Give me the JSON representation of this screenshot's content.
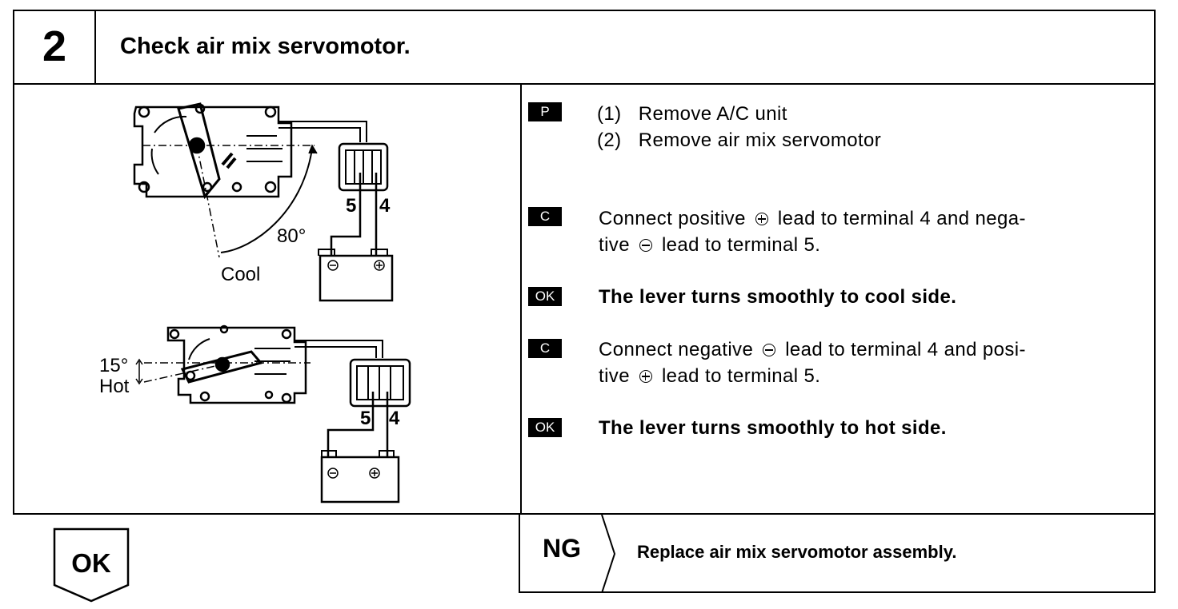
{
  "header": {
    "step_number": "2",
    "title": "Check air mix servomotor."
  },
  "diagram": {
    "top": {
      "angle_label": "80°",
      "direction_label": "Cool",
      "terminal_5": "5",
      "terminal_4": "4"
    },
    "bottom": {
      "angle_label": "15°",
      "direction_label": "Hot",
      "terminal_5": "5",
      "terminal_4": "4"
    }
  },
  "steps": {
    "prep": {
      "badge": "P",
      "line1_num": "(1)",
      "line1_text": "Remove A/C unit",
      "line2_num": "(2)",
      "line2_text": "Remove air mix servomotor"
    },
    "check1": {
      "badge": "C",
      "line1_a": "Connect positive",
      "line1_b": "lead to terminal 4 and nega-",
      "line2_a": "tive",
      "line2_b": "lead to terminal 5."
    },
    "ok1": {
      "badge": "OK",
      "text": "The lever turns smoothly to cool side."
    },
    "check2": {
      "badge": "C",
      "line1_a": "Connect negative",
      "line1_b": "lead to terminal 4 and posi-",
      "line2_a": "tive",
      "line2_b": "lead to terminal 5."
    },
    "ok2": {
      "badge": "OK",
      "text": "The lever turns smoothly to hot side."
    }
  },
  "footer": {
    "ok_label": "OK",
    "ng_label": "NG",
    "ng_text": "Replace air mix servomotor assembly."
  }
}
